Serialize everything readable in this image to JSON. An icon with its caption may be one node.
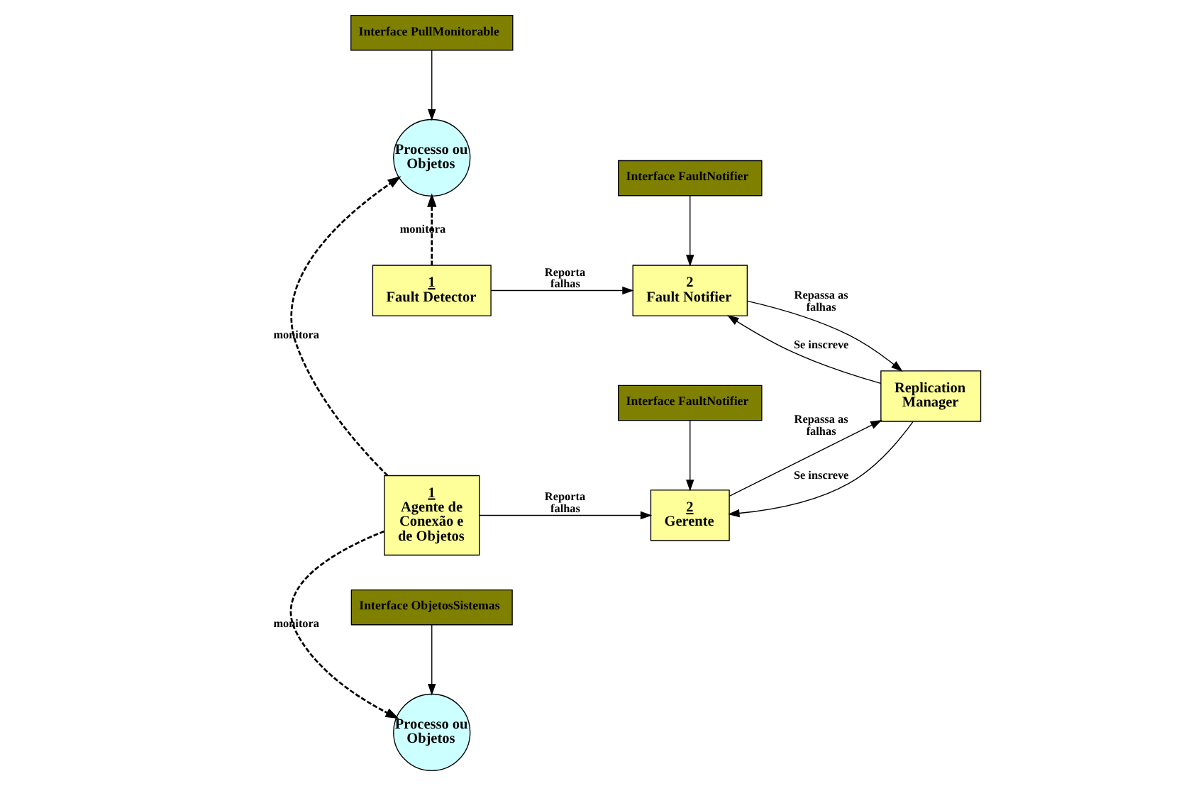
{
  "diagram": {
    "nodes": [
      {
        "text": [
          "Interface PullMonitorable"
        ]
      },
      {
        "text": [
          "Processo ou Objetos"
        ]
      },
      {
        "text": [
          "1",
          "Fault Detector"
        ]
      },
      {
        "text": [
          "Interface FaultNotifier"
        ]
      },
      {
        "text": [
          "2",
          "Fault Notifier"
        ]
      },
      {
        "text": [
          "Replication Manager"
        ]
      },
      {
        "text": [
          "Interface ObjetosSistemas"
        ]
      },
      {
        "text": [
          "Processo ou Objetos"
        ]
      },
      {
        "text": [
          "1",
          "Agente de Conexão e de Objetos"
        ]
      },
      {
        "text": [
          "Interface FaultNotifier"
        ]
      },
      {
        "text": [
          "2",
          "Gerente"
        ]
      }
    ],
    "edges": [
      {
        "from": 0,
        "to": 1,
        "arrow": "to"
      },
      {
        "from": 2,
        "to": 1,
        "arrow": "to",
        "label": "monitora",
        "style": "dashed"
      },
      {
        "from": 2,
        "to": 4,
        "arrow": "to",
        "label": "Reporta falhas"
      },
      {
        "from": 3,
        "to": 4,
        "arrow": "to"
      },
      {
        "from": 5,
        "to": 4,
        "arrow": "to",
        "label": "Se inscreve"
      },
      {
        "from": 4,
        "to": 5,
        "arrow": "to",
        "label": "Repassa as falhas"
      },
      {
        "from": 6,
        "to": 7,
        "arrow": "to"
      },
      {
        "from": 8,
        "to": 1,
        "arrow": "to",
        "label": "monitora",
        "style": "dashed"
      },
      {
        "from": 8,
        "to": 7,
        "arrow": "to",
        "label": "monitora",
        "style": "dashed"
      },
      {
        "from": 8,
        "to": 10,
        "arrow": "to",
        "label": "Reporta falhas"
      },
      {
        "from": 9,
        "to": 10,
        "arrow": "to"
      },
      {
        "from": 5,
        "to": 10,
        "arrow": "to",
        "label": "Se inscreve"
      },
      {
        "from": 10,
        "to": 5,
        "arrow": "to",
        "label": "Repassa as falhas"
      }
    ]
  }
}
